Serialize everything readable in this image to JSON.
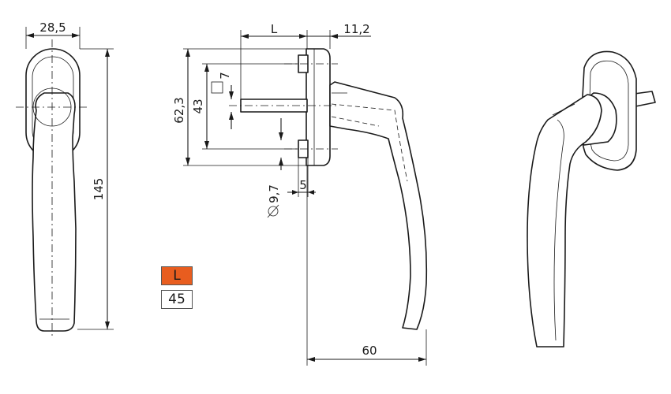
{
  "dimensions": {
    "width_front": "28,5",
    "height_total": "145",
    "spindle_length": "L",
    "rosette_depth": "11,2",
    "square_size": "7",
    "screw_spacing": "43",
    "rosette_height": "62,3",
    "screw_diameter": "9,7",
    "screw_offset": "5",
    "lever_reach": "60"
  },
  "length_table": {
    "label": "L",
    "value": "45"
  },
  "colors": {
    "accent": "#e85d1f",
    "line": "#1a1a1a"
  }
}
